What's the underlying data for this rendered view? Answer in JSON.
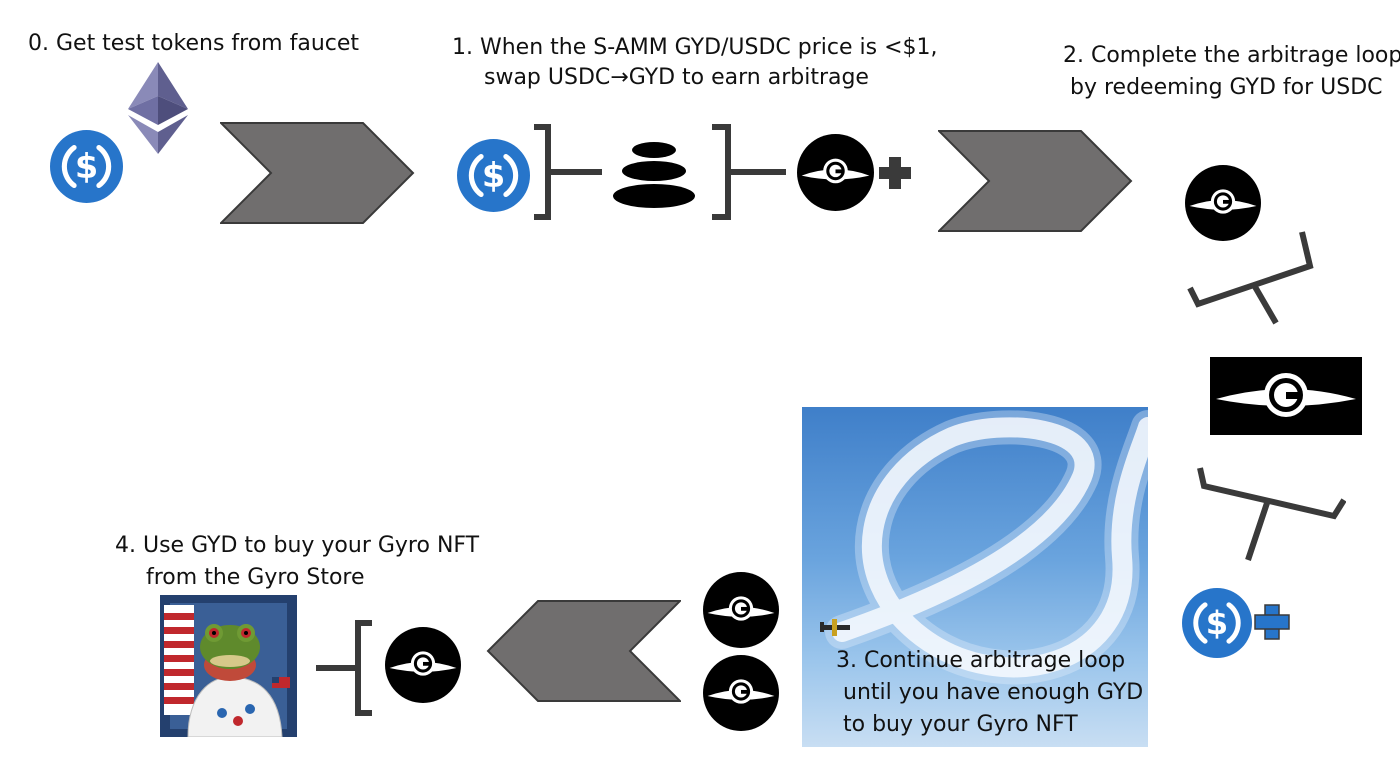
{
  "steps": {
    "step0": "0. Get test tokens from faucet",
    "step1_line1": "1. When the S-AMM GYD/USDC price is <$1,",
    "step1_line2": "swap USDC→GYD to earn arbitrage",
    "step2_line1": "2. Complete the arbitrage loop",
    "step2_line2": "by redeeming GYD for USDC",
    "step3_line1": "3. Continue arbitrage loop",
    "step3_line2": "until you have enough GYD",
    "step3_line3": "to buy your Gyro NFT",
    "step4_line1": "4. Use GYD to buy your Gyro NFT",
    "step4_line2": "from the Gyro Store"
  },
  "icons": {
    "usdc": "usdc-coin-icon",
    "eth": "ethereum-icon",
    "gyd": "gyd-token-icon",
    "balancer": "balancer-pool-icon",
    "plus": "plus-icon",
    "arrow": "chevron-arrow",
    "bracket": "bracket-connector"
  },
  "colors": {
    "usdc_blue": "#2775ca",
    "arrow_gray": "#706e6e",
    "stroke_dark": "#3a3a3a",
    "token_black": "#000000",
    "eth_purple": "#6f6fa3"
  }
}
